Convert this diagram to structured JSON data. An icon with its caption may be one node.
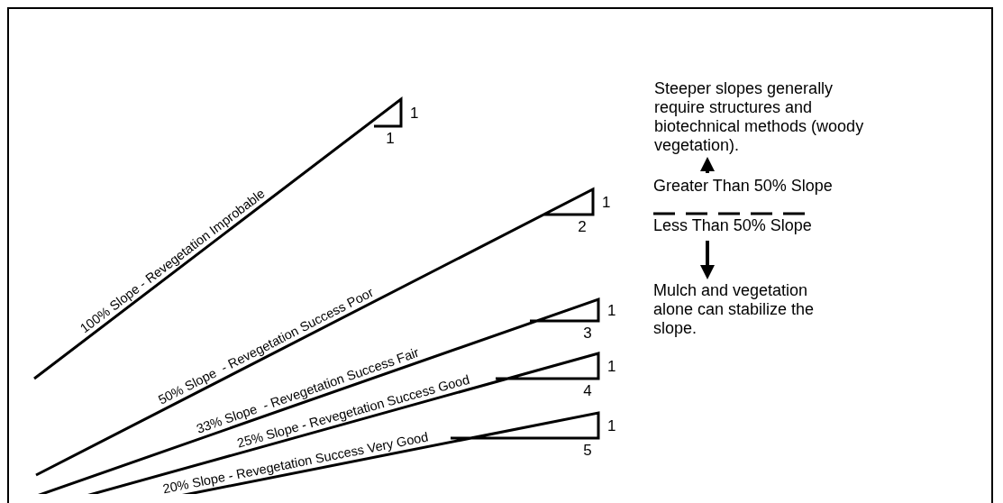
{
  "diagram": {
    "nodes": [
      {
        "text": [
          "Steeper slopes generally require structures and biotechnical methods (woody vegetation)."
        ]
      },
      {
        "text": [
          "Greater Than 50% Slope"
        ]
      },
      {
        "text": [
          "Less Than 50% Slope"
        ]
      },
      {
        "text": [
          "Mulch and vegetation alone can stabilize the slope."
        ]
      }
    ],
    "edges": [
      {
        "from": 1,
        "to": 0,
        "arrow": "to"
      },
      {
        "from": 2,
        "to": 3,
        "arrow": "to"
      }
    ],
    "labels": [
      "1",
      "1",
      "100% Slope - Revegetation Improbable",
      "1",
      "2",
      "50% Slope  - Revegetation Success Poor",
      "1",
      "3",
      "33% Slope  - Revegetation Success Fair",
      "1",
      "4",
      "25% Slope - Revegetation Success Good",
      "1",
      "5",
      "20% Slope - Revegetation Success Very Good"
    ]
  }
}
